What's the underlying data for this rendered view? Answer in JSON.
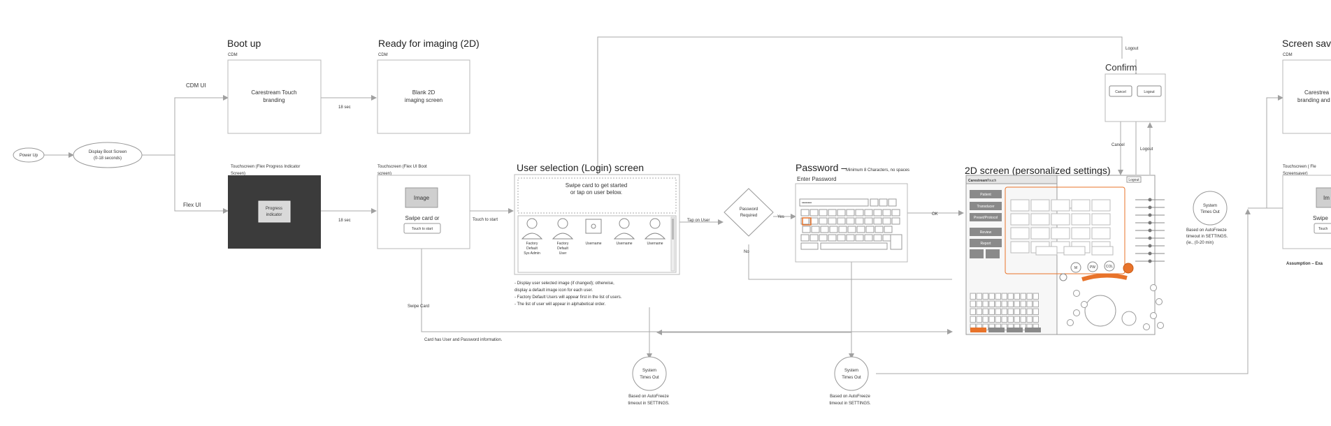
{
  "start_node": {
    "label": "Power Up"
  },
  "boot_display_node": {
    "line1": "Display Boot Screen",
    "line2": "(0-18 seconds)"
  },
  "edge_labels": {
    "cdm_ui": "CDM UI",
    "flex_ui": "Flex UI",
    "delay_top": "18 sec",
    "delay_bottom": "18 sec",
    "touch_to_start": "Touch to start",
    "tap_on_user": "Tap on User",
    "yes": "Yes",
    "no": "No",
    "ok": "OK",
    "swipe_card": "Swipe Card",
    "card_info": "Card has User and Password information.",
    "logout_top": "Logout",
    "cancel": "Cancel",
    "logout_mid": "Logout"
  },
  "boot_up": {
    "title": "Boot up",
    "subtitle": "CDM",
    "line1": "Carestream Touch",
    "line2": "branding"
  },
  "ready_imaging": {
    "title": "Ready for imaging (2D)",
    "subtitle": "CDM",
    "line1": "Blank 2D",
    "line2": "imaging screen"
  },
  "flex_progress": {
    "line1": "Touchscreen (Flex Progress Indicator",
    "line2": "Screen)",
    "box_line1": "Progress",
    "box_line2": "indicator"
  },
  "flex_boot": {
    "line1": "Touchscreen (Flex UI Boot",
    "line2": "screen)",
    "image_label": "Image",
    "swipe_label": "Swipe card or",
    "touch_button": "Touch to start"
  },
  "user_selection": {
    "title": "User selection (Login) screen",
    "prompt_line1": "Swipe card to get started",
    "prompt_line2": "or tap on user below.",
    "users": [
      {
        "line1": "Factory",
        "line2": "Default",
        "line3": "Sys Admin"
      },
      {
        "line1": "Factory",
        "line2": "Default",
        "line3": "User"
      },
      {
        "line1": "Username",
        "line2": "",
        "line3": ""
      },
      {
        "line1": "Username",
        "line2": "",
        "line3": ""
      },
      {
        "line1": "Username",
        "line2": "",
        "line3": ""
      }
    ],
    "notes": [
      "- Display user selected image (if changed); otherwise,",
      "display a default image icon for each user.",
      "- Factory Default Users will appear first in the list of users.",
      "- The list of user will appear in alphabetical order."
    ]
  },
  "password_required": {
    "line1": "Password",
    "line2": "Required"
  },
  "password_screen": {
    "title": "Password –",
    "title_note": "Minimum 8 Characters, no spaces",
    "field_label": "Enter Password",
    "masked_value": "••••••••"
  },
  "confirm": {
    "title": "Confirm",
    "cancel_button": "Cancel",
    "logout_button": "Logout"
  },
  "screen_2d": {
    "title": "2D screen (personalized settings)",
    "brand": "Carestream",
    "brand_suffix": "Touch",
    "logout_button": "Logout",
    "side_buttons": [
      "Patient",
      "Transducer",
      "Preset/Protocol",
      "Review",
      "Report"
    ],
    "mode_buttons": [
      "M",
      "PW",
      "COL"
    ]
  },
  "timeouts": [
    {
      "line1": "System",
      "line2": "Times Out",
      "note1": "Based on AutoFreeze",
      "note2": "timeout in SETTINGS."
    },
    {
      "line1": "System",
      "line2": "Times Out",
      "note1": "Based on AutoFreeze",
      "note2": "timeout in SETTINGS."
    },
    {
      "line1": "System",
      "line2": "Times Out",
      "note1": "Based on AutoFreeze",
      "note2": "timeout in SETTINGS.",
      "note3": "(ie., (0-20 min)"
    }
  ],
  "screen_saver": {
    "title": "Screen save",
    "subtitle": "CDM",
    "line1": "Carestrea",
    "line2": "branding and",
    "touch_line1": "Touchscreen ( Fle",
    "touch_line2": "Screensaver)",
    "image_label": "Im",
    "swipe_label": "Swipe",
    "touch_label": "Touch",
    "assumption": "Assumption – Exa"
  },
  "colors": {
    "accent": "#e8732a",
    "dark_panel": "#3b3b3b",
    "line": "#a8a8a8"
  }
}
